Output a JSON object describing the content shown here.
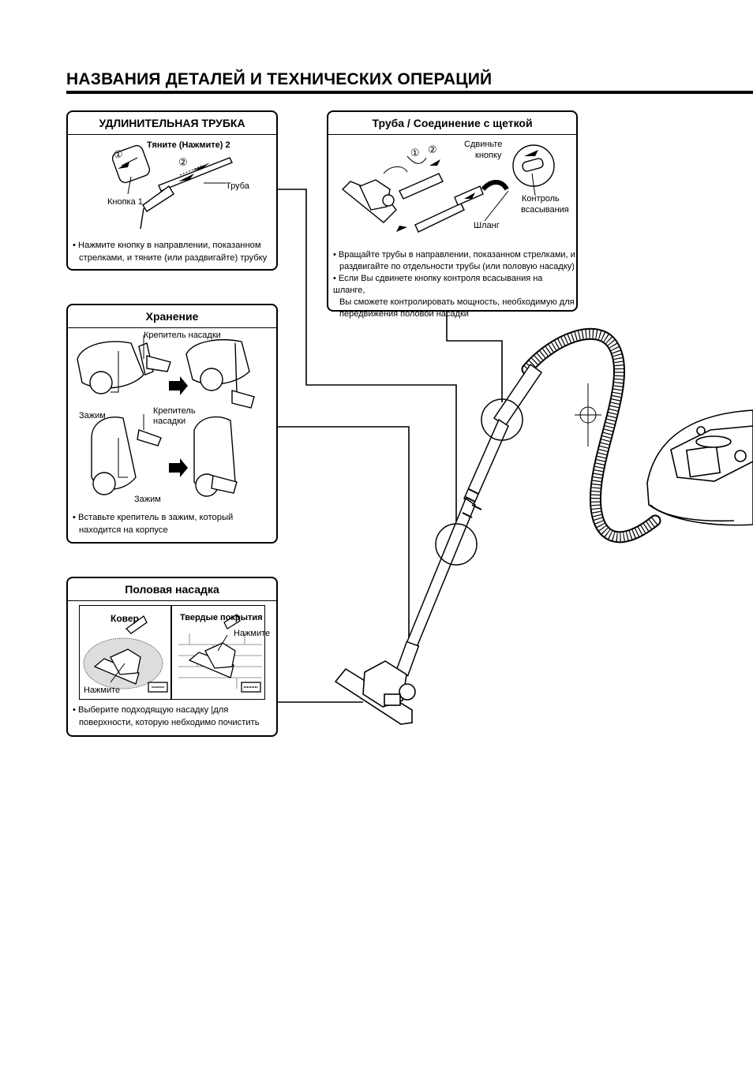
{
  "page": {
    "title": "НАЗВАНИЯ ДЕТАЛЕЙ И ТЕХНИЧЕСКИХ ОПЕРАЦИЙ",
    "accent_color": "#000000"
  },
  "extension": {
    "title": "УДЛИНИТЕЛЬНАЯ ТРУБКА",
    "labels": {
      "pull": "Тяните (Нажмите) 2",
      "button1": "Кнопка 1",
      "tube": "Труба",
      "step1": "①",
      "step2": "②"
    },
    "note_lines": [
      "• Нажмите кнопку в направлении, показанном",
      "стрелками, и тяните (или раздвигайте) трубку"
    ]
  },
  "pipe": {
    "title": "Труба / Соединение с щеткой",
    "labels": {
      "slide_line1": "Сдвиньте",
      "slide_line2": "кнопку",
      "control_line1": "Контроль",
      "control_line2": "всасывания",
      "hose": "Шланг",
      "step1": "①",
      "step2": "②"
    },
    "note_lines": [
      "• Вращайте трубы в направлении, показанном стрелками, и",
      "раздвигайте по отдельности трубы (или половую насадку)",
      "• Если Вы сдвинете кнопку контроля всасывания на шланге,",
      "Вы сможете контролировать мощность, необходимую для",
      "передвижения половой насадки"
    ]
  },
  "storage": {
    "title": "Хранение",
    "labels": {
      "holder": "Крепитель насадки",
      "clamp_top": "Зажим",
      "holder2_line1": "Крепитель",
      "holder2_line2": "насадки",
      "clamp_bottom": "Зажим"
    },
    "note_lines": [
      "• Вставьте крепитель в зажим, который",
      "находится на корпусе"
    ]
  },
  "floor": {
    "title": "Половая насадка",
    "carpet_label": "Ковер",
    "hard_label": "Твердые покрытия",
    "press_carpet": "Нажмите",
    "press_hard": "Нажмите",
    "note_lines": [
      "• Выберите подходящую насадку |для",
      "поверхности, которую небходимо почистить"
    ]
  }
}
